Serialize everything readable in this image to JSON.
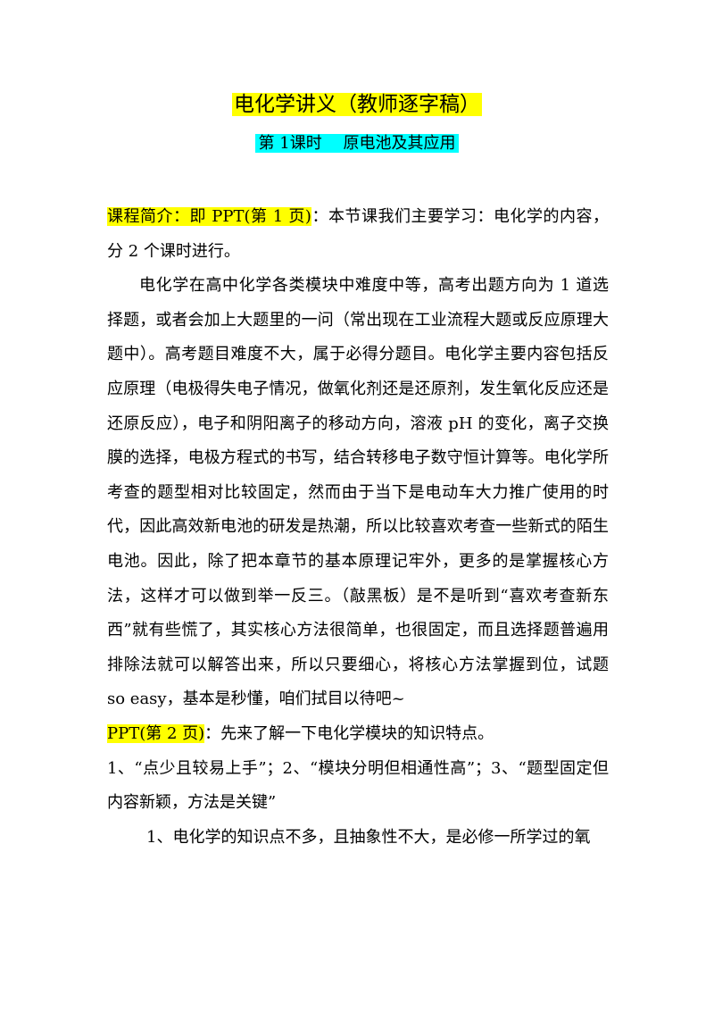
{
  "title": "电化学讲义（教师逐字稿）",
  "subtitle": "第 1课时　 原电池及其应用",
  "p1_label": "课程简介：即 PPT(第 1 页)",
  "p1_text": "：本节课我们主要学习：电化学的内容，分 2 个课时进行。",
  "p2_text": "电化学在高中化学各类模块中难度中等，高考出题方向为 1 道选择题，或者会加上大题里的一问（常出现在工业流程大题或反应原理大题中）。高考题目难度不大，属于必得分题目。电化学主要内容包括反应原理（电极得失电子情况，做氧化剂还是还原剂，发生氧化反应还是还原反应），电子和阴阳离子的移动方向，溶液 pH 的变化，离子交换膜的选择，电极方程式的书写，结合转移电子数守恒计算等。电化学所考查的题型相对比较固定，然而由于当下是电动车大力推广使用的时代，因此高效新电池的研发是热潮，所以比较喜欢考查一些新式的陌生电池。因此，除了把本章节的基本原理记牢外，更多的是掌握核心方法，这样才可以做到举一反三。（敲黑板）是不是听到“喜欢考查新东西”就有些慌了，其实核心方法很简单，也很固定，而且选择题普遍用排除法就可以解答出来，所以只要细心，将核心方法掌握到位，试题 so easy，基本是秒懂，咱们拭目以待吧~",
  "p3_label": "PPT(第 2 页)",
  "p3_text": "：先来了解一下电化学模块的知识特点。",
  "p4_text": "1、“点少且较易上手”；2、“模块分明但相通性高”；3、“题型固定但内容新颖，方法是关键”",
  "p5_text": "1、电化学的知识点不多，且抽象性不大，是必修一所学过的氧"
}
